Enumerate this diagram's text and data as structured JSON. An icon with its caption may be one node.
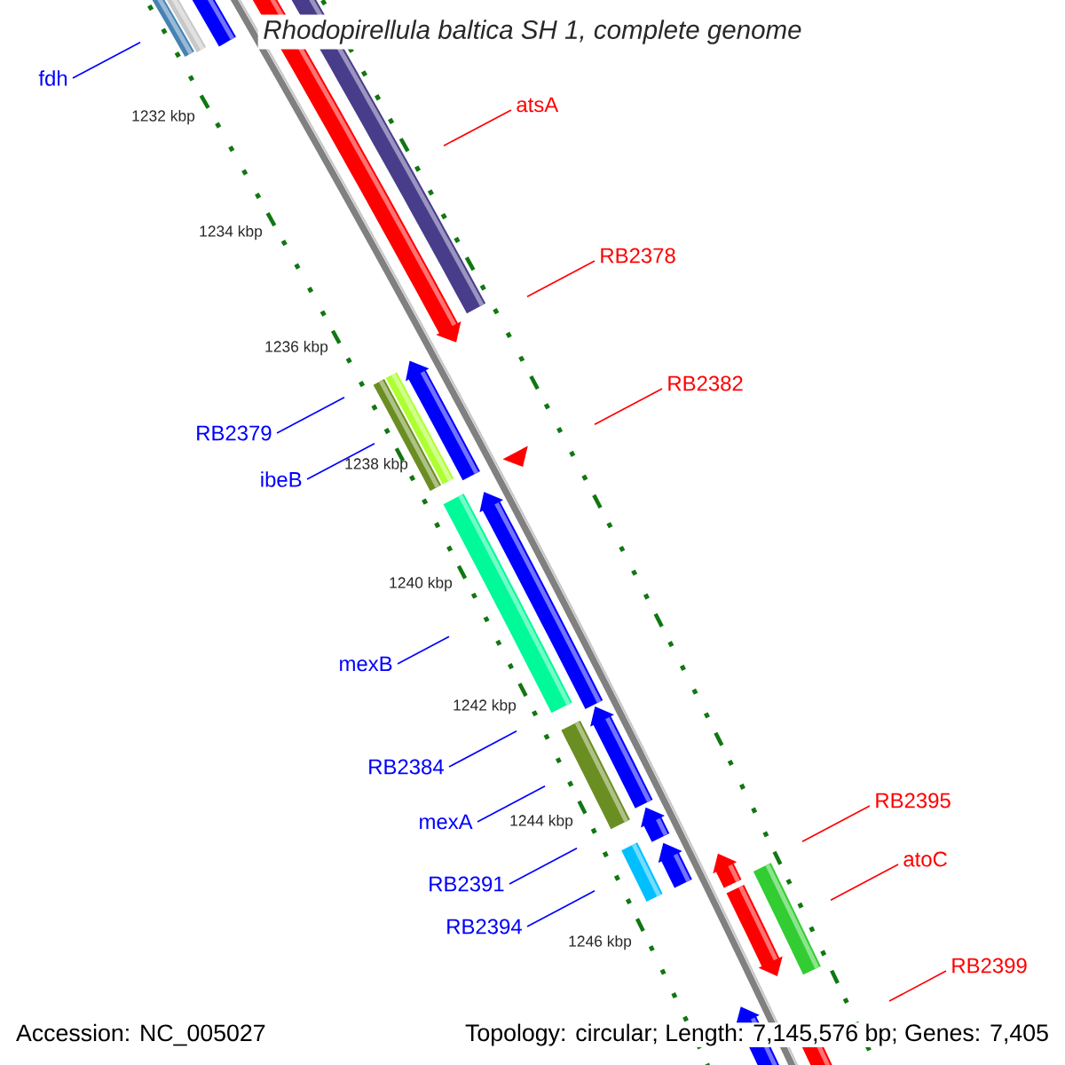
{
  "diagram": {
    "title": "Rhodopirellula baltica SH 1, complete genome",
    "nodes": [
      {
        "text": [
          "fdh"
        ]
      },
      {
        "text": [
          "atsA"
        ]
      },
      {
        "text": [
          "RB2378"
        ]
      },
      {
        "text": [
          "RB2382"
        ]
      },
      {
        "text": [
          "RB2379"
        ]
      },
      {
        "text": [
          "ibeB"
        ]
      },
      {
        "text": [
          "mexB"
        ]
      },
      {
        "text": [
          "RB2384"
        ]
      },
      {
        "text": [
          "RB2395"
        ]
      },
      {
        "text": [
          "mexA"
        ]
      },
      {
        "text": [
          "atoC"
        ]
      },
      {
        "text": [
          "RB2391"
        ]
      },
      {
        "text": [
          "RB2394"
        ]
      },
      {
        "text": [
          "RB2399"
        ]
      }
    ],
    "edges": [
      {
        "from": 0,
        "to": null,
        "arrow": "none"
      },
      {
        "from": 1,
        "to": null,
        "arrow": "none",
        "color": "#ff0000"
      },
      {
        "from": 2,
        "to": null,
        "arrow": "none",
        "color": "#ff0000"
      },
      {
        "from": 3,
        "to": null,
        "arrow": "none",
        "color": "#ff0000"
      },
      {
        "from": 4,
        "to": null,
        "arrow": "none"
      },
      {
        "from": 5,
        "to": null,
        "arrow": "none"
      },
      {
        "from": 6,
        "to": null,
        "arrow": "none"
      },
      {
        "from": 7,
        "to": null,
        "arrow": "none"
      },
      {
        "from": 8,
        "to": null,
        "arrow": "none",
        "color": "#ff0000"
      },
      {
        "from": 9,
        "to": null,
        "arrow": "none"
      },
      {
        "from": 10,
        "to": null,
        "arrow": "none",
        "color": "#ff0000"
      },
      {
        "from": 11,
        "to": null,
        "arrow": "none"
      },
      {
        "from": 12,
        "to": null,
        "arrow": "none"
      },
      {
        "from": 13,
        "to": null,
        "arrow": "none",
        "color": "#ff0000"
      }
    ],
    "labels": [
      "1232 kbp",
      "1234 kbp",
      "1236 kbp",
      "1238 kbp",
      "1240 kbp",
      "1242 kbp",
      "1244 kbp",
      "1246 kbp",
      "Accession: NC_005027",
      "Topology: circular; Length: 7,145,576 bp; Genes: 7,405"
    ]
  }
}
